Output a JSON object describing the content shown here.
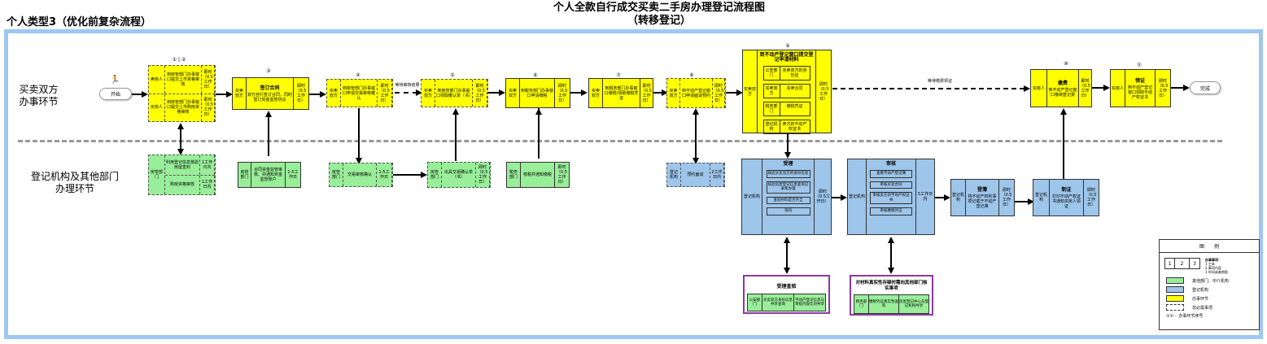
{
  "header": {
    "subtitle_left": "个人类型3（优化前复杂流程）",
    "title_line1": "个人全款自行成交买卖二手房办理登记流程图",
    "title_line2": "（转移登记）"
  },
  "lanes": {
    "top": "买卖双方\n办事环节",
    "bottom": "登记机构及其他部门\n办理环节"
  },
  "nodes": {
    "start": "开始",
    "end": "完成",
    "step1_2": {
      "num": "① | ②",
      "rows": [
        {
          "actor": "卖房人",
          "task": "到房管部门办事窗口提交上市资格审核",
          "time": "即时（0.5工作日）"
        },
        {
          "actor": "买房人",
          "task": "到房管部门办事窗口提交上市购房资格审核",
          "time": "即时（0.5工作日）"
        }
      ]
    },
    "step3": {
      "num": "③",
      "actor": "买卖双方",
      "title": "签订合同",
      "task": "双方自行签订合同，同时签订资金监管协议",
      "time": "即时（0.5工作日）"
    },
    "step4": {
      "num": "④",
      "actor": "买卖双方",
      "task": "到房管部门办事窗口申请交易审核確认",
      "time": "即时（0.5工作日）"
    },
    "wait1": "等待审核结果",
    "step5": {
      "num": "⑤",
      "actor": "买卖双方",
      "task": "到房管部门办事窗口领取確认单（书）",
      "time": "即时（0.5工作日）"
    },
    "step6": {
      "num": "⑥",
      "actor": "买卖双方",
      "task": "到税务部门办事窗口申请缴税",
      "time": "即时（0.5工作日）"
    },
    "step7": {
      "num": "⑦",
      "actor": "买卖双方",
      "task": "到税务部门办事窗口缴税/领取缴税凭证",
      "time": "即时（0.5工作日）"
    },
    "step8": {
      "num": "⑧",
      "actor": "买卖双方",
      "task": "到不动产登记窗口申请面谈预约",
      "time": "即时（0.5工作日）"
    },
    "step9": {
      "num": "⑨",
      "actor": "买卖双方",
      "title": "到不动产登记窗口提交登记申请材料",
      "items": [
        {
          "dept": "公安部门",
          "doc": "买卖双方的身份证"
        },
        {
          "dept": "买卖双方",
          "doc": "买卖合同"
        },
        {
          "dept": "税务部门",
          "doc": "缴税凭证"
        },
        {
          "dept": "登记机构",
          "doc": "卖方的不动产权证书"
        }
      ],
      "time": "即时（0.5工作日）"
    },
    "wait2": "等待缴费领证",
    "step10": {
      "num": "⑩",
      "actor": "买房人",
      "title": "缴费",
      "task": "到不动产登记窗口缴纳登记费",
      "time": "即时（0.5工作日）"
    },
    "step11": {
      "num": "⑪",
      "actor": "买房人",
      "title": "领证",
      "task": "到不动产登记窗口领取不动产权证书",
      "time": "即时（0.5工作日）"
    },
    "g1": {
      "actor": "房管部门",
      "rows": [
        {
          "task": "利用登记信息核验房屋查封",
          "time": "1工作日内"
        },
        {
          "task": "购房资格审核",
          "time": "1工作日内"
        }
      ]
    },
    "g2": {
      "actor": "房管部门",
      "task": "合同资金监管审核、并通知资金监管账户",
      "time": "1-5工作日"
    },
    "g3": {
      "actor": "房管部门",
      "task": "交易审核确认",
      "time": "1-5工作日"
    },
    "g4": {
      "actor": "房管部门",
      "task": "出具交易确认单（书）",
      "time": "即时（0.5工作日）"
    },
    "g5": {
      "actor": "税务部门",
      "task": "核税并通知缴税",
      "time": "即时（0.5工作日）"
    },
    "b1": {
      "actor": "登记机构",
      "task": "预约面谈",
      "time": "2工作日内"
    },
    "accept": {
      "actor": "登记机构",
      "title": "受理",
      "items": [
        "核验买卖双方的身份信息",
        "核验房屋登记信息查询记录和办理",
        "查验材料是否齐全",
        "询问"
      ],
      "time": "即时（0.5工作日）"
    },
    "review": {
      "actor": "登记机构",
      "title": "审核",
      "items": [
        "查看不动产登记簿",
        "审核买卖合同",
        "审核卖方的不动产权证书",
        "审核缴税凭证"
      ],
      "time": "5工作日内"
    },
    "register": {
      "actor": "登记机构",
      "title": "登簿",
      "task": "将不动产权利事项记载于不动产登记簿",
      "time": "即时（0.5工作日）"
    },
    "issue": {
      "actor": "登记机构",
      "title": "制证",
      "task": "打印不动产权证书通知买房人领证",
      "time": "即时（0.5工作日）"
    },
    "verify1": {
      "title": "受理查验",
      "cells": [
        "公安部门",
        "买卖双方身份信息共享查询",
        "不动产登记信息与审核内容比对共享"
      ]
    },
    "verify2": {
      "title": "对材料真实性存疑时需向其他部门核实事项",
      "cells": [
        "税务部门",
        "缴税凭证真实性查询",
        "房屋登记中心与登记机构共享"
      ]
    }
  },
  "legend": {
    "title": "图　　例",
    "cells": [
      "1",
      "2",
      "3"
    ],
    "notes_title": "办事事项：",
    "notes": [
      "1 主体",
      "2 事项内容",
      "3 时间或者期限"
    ],
    "items": [
      {
        "label": "其他部门、中介机构",
        "color": "#99ee99"
      },
      {
        "label": "登记机构",
        "color": "#9ec5ea"
      },
      {
        "label": "办事环节",
        "color": "#ffff00"
      },
      {
        "label": "非必需事项",
        "color": "#ffffff"
      }
    ],
    "seq_label": "①②··· 办事环节序号"
  }
}
